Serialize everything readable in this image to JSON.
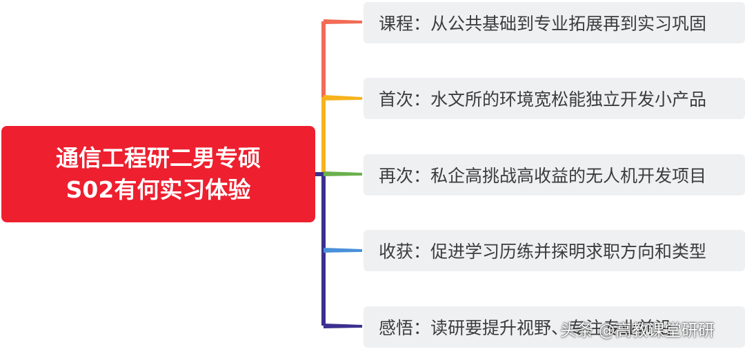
{
  "diagram": {
    "root_title": "通信工程研二男专硕\nS02有何实习体验",
    "branches": [
      {
        "text": "课程：从公共基础到专业拓展再到实习巩固",
        "color": "#f26b55"
      },
      {
        "text": "首次：水文所的环境宽松能独立开发小产品",
        "color": "#f7b21c"
      },
      {
        "text": "再次：私企高挑战高收益的无人机开发项目",
        "color": "#6ab04c"
      },
      {
        "text": "收获：促进学习历练并探明求职方向和类型",
        "color": "#4a90d9"
      },
      {
        "text": "感悟：读研要提升视野、专注专业前沿",
        "color": "#3b2f8f"
      }
    ]
  },
  "watermark": "头条 @高教课堂研研",
  "colors": {
    "root_bg": "#ee1f2f",
    "node_bg": "#eff0f2",
    "text": "#3c3c3c"
  }
}
